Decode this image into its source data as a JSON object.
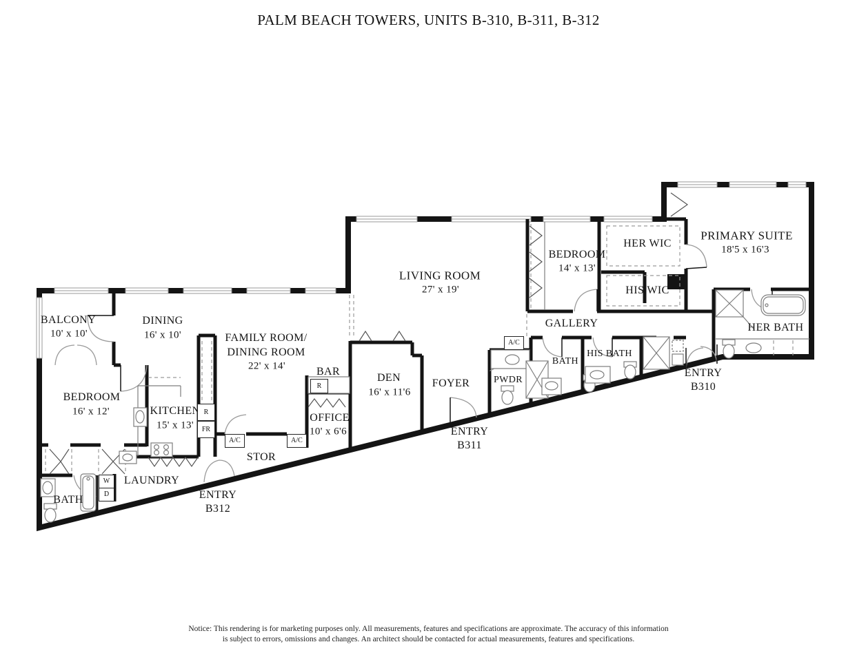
{
  "title": "PALM BEACH TOWERS, UNITS B-310, B-311, B-312",
  "units": [
    "B-310",
    "B-311",
    "B-312"
  ],
  "colors": {
    "wall": "#141414",
    "fixture_line": "#8a8a8a",
    "door_arc": "#9a9a9a",
    "text": "#151515",
    "background": "#ffffff"
  },
  "rooms": {
    "balcony": {
      "name": "BALCONY",
      "dims": "10' x 10'"
    },
    "dining": {
      "name": "DINING",
      "dims": "16' x 10'"
    },
    "bedroom_b312": {
      "name": "BEDROOM",
      "dims": "16' x 12'"
    },
    "kitchen": {
      "name": "KITCHEN",
      "dims": "15' x 13'"
    },
    "laundry": {
      "name": "LAUNDRY"
    },
    "bath_b312": {
      "name": "BATH"
    },
    "entry_b312": {
      "name": "ENTRY",
      "unit": "B312"
    },
    "family_room": {
      "name_line1": "FAMILY ROOM/",
      "name_line2": "DINING ROOM",
      "dims": "22' x 14'"
    },
    "stor": {
      "name": "STOR"
    },
    "bar": {
      "name": "BAR"
    },
    "office": {
      "name": "OFFICE",
      "dims": "10' x 6'6"
    },
    "den": {
      "name": "DEN",
      "dims": "16' x 11'6"
    },
    "foyer": {
      "name": "FOYER"
    },
    "entry_b311": {
      "name": "ENTRY",
      "unit": "B311"
    },
    "living_room": {
      "name": "LIVING ROOM",
      "dims": "27' x 19'"
    },
    "bedroom_b310": {
      "name": "BEDROOM",
      "dims": "14' x 13'"
    },
    "her_wic": {
      "name": "HER WIC"
    },
    "his_wic": {
      "name": "HIS WIC"
    },
    "primary_suite": {
      "name": "PRIMARY SUITE",
      "dims": "18'5 x 16'3"
    },
    "gallery": {
      "name": "GALLERY"
    },
    "bath_b310": {
      "name": "BATH"
    },
    "his_bath": {
      "name": "HIS BATH"
    },
    "her_bath": {
      "name": "HER BATH"
    },
    "pwdr": {
      "name": "PWDR"
    },
    "entry_b310": {
      "name": "ENTRY",
      "unit": "B310"
    }
  },
  "fixtures": {
    "washer": "W",
    "dryer": "D",
    "refrigerator": "R",
    "freezer": "FR",
    "bar_fridge": "R",
    "ac_family_left": "A/C",
    "ac_family_right": "A/C",
    "ac_pwdr": "A/C"
  },
  "notice": {
    "line1": "Notice: This rendering is for marketing purposes only. All measurements, features and specifications are approximate. The accuracy of this information",
    "line2": "is subject to errors, omissions and changes. An architect should be contacted for actual measurements, features and specifications."
  }
}
